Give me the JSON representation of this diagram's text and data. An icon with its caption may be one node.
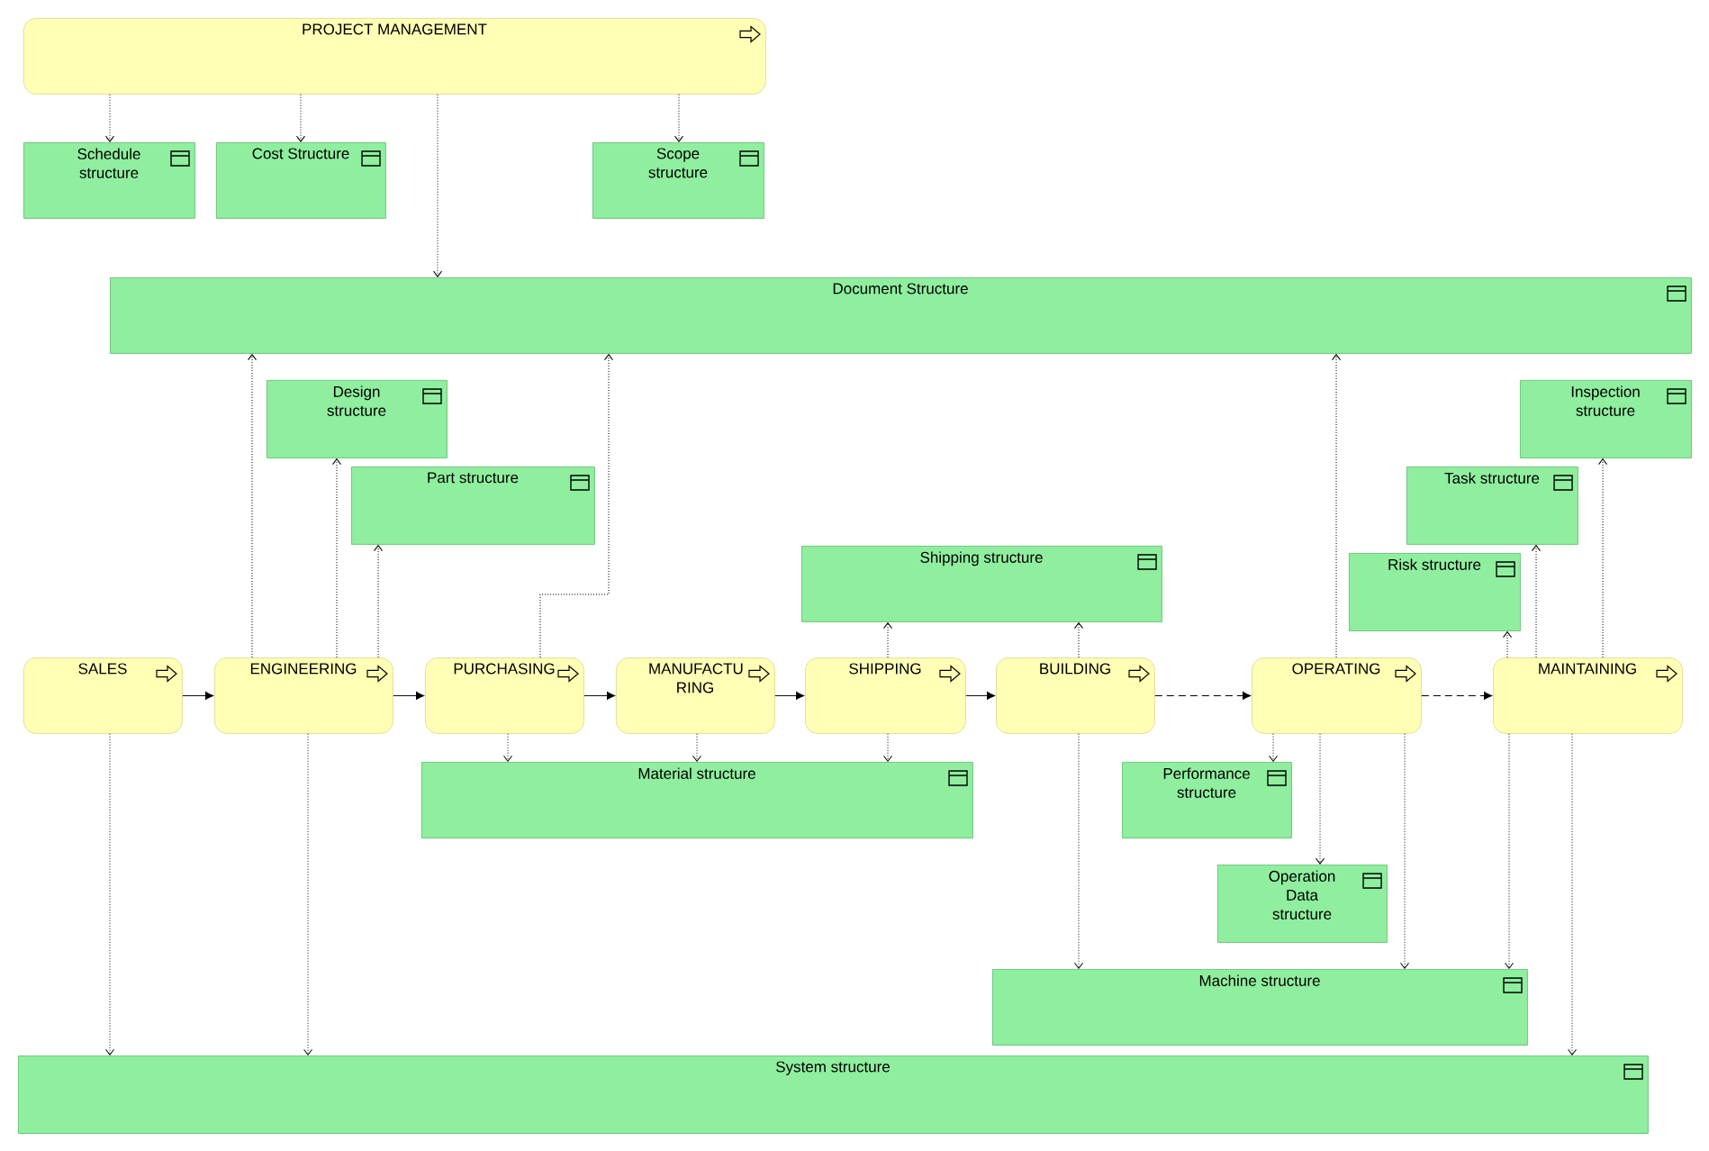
{
  "diagram": {
    "nodes": [
      {
        "text": [
          "PROJECT MANAGEMENT"
        ]
      },
      {
        "text": [
          "Schedule structure"
        ]
      },
      {
        "text": [
          "Cost Structure"
        ]
      },
      {
        "text": [
          "Scope structure"
        ]
      },
      {
        "text": [
          "Document Structure"
        ]
      },
      {
        "text": [
          "Design structure"
        ]
      },
      {
        "text": [
          "Part structure"
        ]
      },
      {
        "text": [
          "Inspection structure"
        ]
      },
      {
        "text": [
          "Task structure"
        ]
      },
      {
        "text": [
          "Shipping structure"
        ]
      },
      {
        "text": [
          "Risk structure"
        ]
      },
      {
        "text": [
          "SALES"
        ]
      },
      {
        "text": [
          "ENGINEERING"
        ]
      },
      {
        "text": [
          "PURCHASING"
        ]
      },
      {
        "text": [
          "MANUFACTU RING"
        ]
      },
      {
        "text": [
          "SHIPPING"
        ]
      },
      {
        "text": [
          "BUILDING"
        ]
      },
      {
        "text": [
          "OPERATING"
        ]
      },
      {
        "text": [
          "MAINTAINING"
        ]
      },
      {
        "text": [
          "Material structure"
        ]
      },
      {
        "text": [
          "Performance structure"
        ]
      },
      {
        "text": [
          "Operation Data structure"
        ]
      },
      {
        "text": [
          "Machine structure"
        ]
      },
      {
        "text": [
          "System structure"
        ]
      }
    ],
    "edges": [
      {
        "from": 0,
        "to": 1,
        "arrow": "to",
        "style": "dashed"
      },
      {
        "from": 0,
        "to": 2,
        "arrow": "to",
        "style": "dashed"
      },
      {
        "from": 0,
        "to": 4,
        "arrow": "to",
        "style": "dashed"
      },
      {
        "from": 0,
        "to": 3,
        "arrow": "to",
        "style": "dashed"
      },
      {
        "from": 12,
        "to": 4,
        "arrow": "to",
        "style": "dashed"
      },
      {
        "from": 12,
        "to": 5,
        "arrow": "to",
        "style": "dashed"
      },
      {
        "from": 12,
        "to": 6,
        "arrow": "to",
        "style": "dashed"
      },
      {
        "from": 13,
        "to": 4,
        "arrow": "to",
        "style": "dashed"
      },
      {
        "from": 15,
        "to": 9,
        "arrow": "to",
        "style": "dashed"
      },
      {
        "from": 16,
        "to": 9,
        "arrow": "to",
        "style": "dashed"
      },
      {
        "from": 17,
        "to": 4,
        "arrow": "to",
        "style": "dashed"
      },
      {
        "from": 18,
        "to": 10,
        "arrow": "to",
        "style": "dashed"
      },
      {
        "from": 18,
        "to": 8,
        "arrow": "to",
        "style": "dashed"
      },
      {
        "from": 18,
        "to": 7,
        "arrow": "to",
        "style": "dashed"
      },
      {
        "from": 11,
        "to": 12,
        "arrow": "to"
      },
      {
        "from": 12,
        "to": 13,
        "arrow": "to"
      },
      {
        "from": 13,
        "to": 14,
        "arrow": "to"
      },
      {
        "from": 14,
        "to": 15,
        "arrow": "to"
      },
      {
        "from": 15,
        "to": 16,
        "arrow": "to"
      },
      {
        "from": 16,
        "to": 17,
        "arrow": "to",
        "style": "dashed"
      },
      {
        "from": 17,
        "to": 18,
        "arrow": "to",
        "style": "dashed"
      },
      {
        "from": 13,
        "to": 19,
        "arrow": "to",
        "style": "dashed"
      },
      {
        "from": 14,
        "to": 19,
        "arrow": "to",
        "style": "dashed"
      },
      {
        "from": 15,
        "to": 19,
        "arrow": "to",
        "style": "dashed"
      },
      {
        "from": 17,
        "to": 20,
        "arrow": "to",
        "style": "dashed"
      },
      {
        "from": 17,
        "to": 21,
        "arrow": "to",
        "style": "dashed"
      },
      {
        "from": 17,
        "to": 22,
        "arrow": "to",
        "style": "dashed"
      },
      {
        "from": 16,
        "to": 22,
        "arrow": "to",
        "style": "dashed"
      },
      {
        "from": 18,
        "to": 22,
        "arrow": "to",
        "style": "dashed"
      },
      {
        "from": 11,
        "to": 23,
        "arrow": "to",
        "style": "dashed"
      },
      {
        "from": 12,
        "to": 23,
        "arrow": "to",
        "style": "dashed"
      },
      {
        "from": 18,
        "to": 23,
        "arrow": "to",
        "style": "dashed"
      }
    ]
  }
}
